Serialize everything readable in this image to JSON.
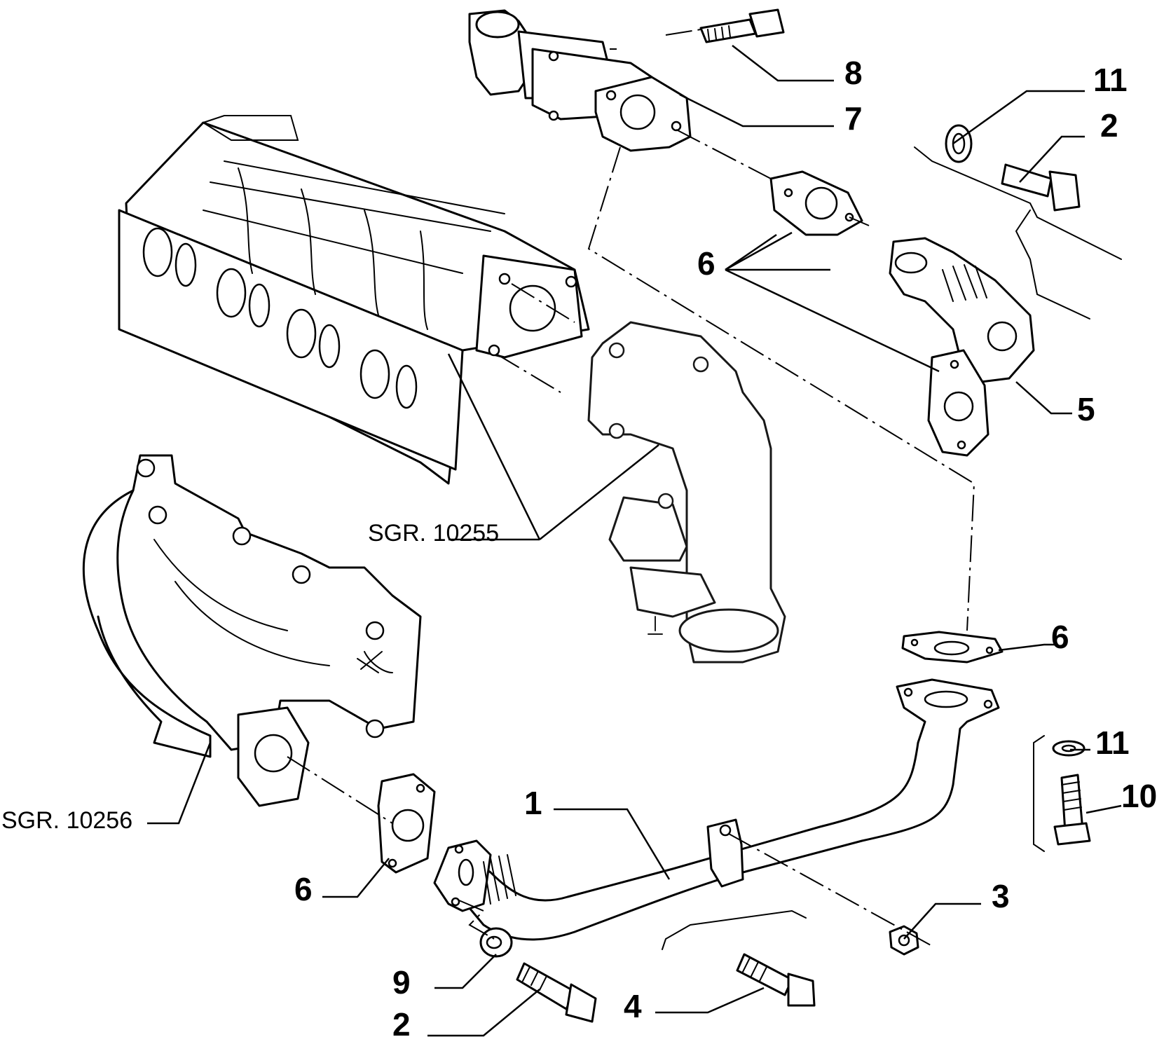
{
  "references": {
    "sgr_intake": "SGR. 10255",
    "sgr_exhaust": "SGR. 10256"
  },
  "callouts": {
    "c1": "1",
    "c2a": "2",
    "c2b": "2",
    "c3": "3",
    "c4": "4",
    "c5": "5",
    "c6a": "6",
    "c6b": "6",
    "c6c": "6",
    "c7": "7",
    "c8": "8",
    "c9": "9",
    "c10": "10",
    "c11a": "11",
    "c11b": "11"
  },
  "colors": {
    "line": "#000000",
    "background": "#ffffff"
  }
}
